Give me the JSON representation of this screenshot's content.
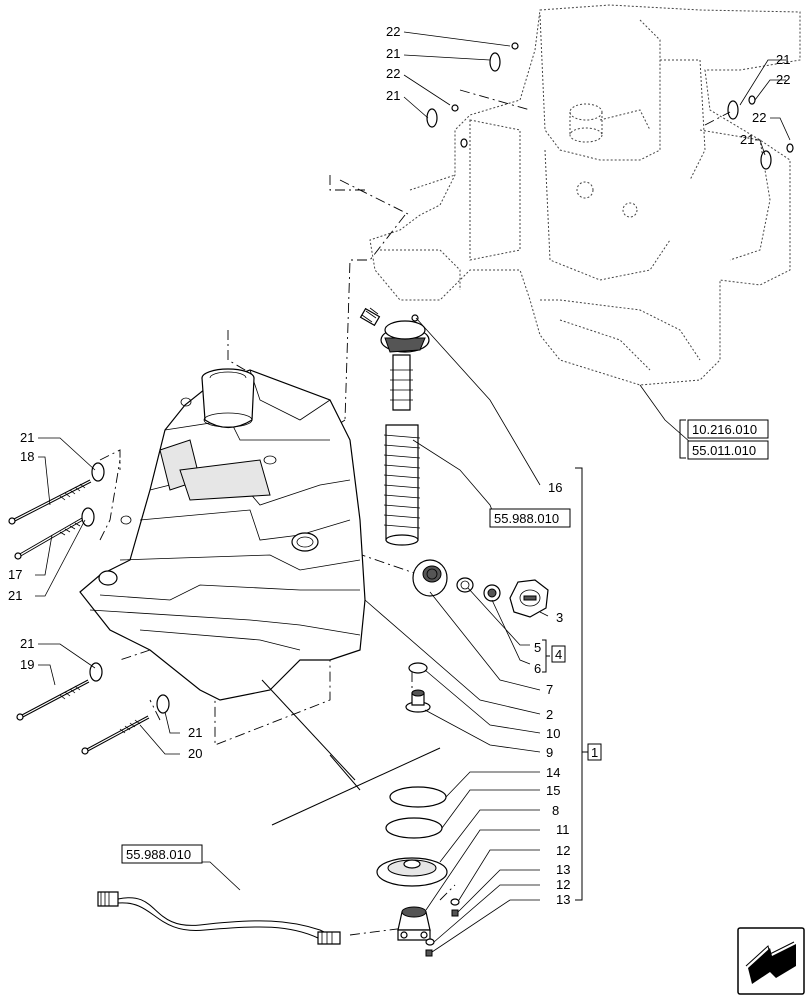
{
  "callouts": {
    "c22a": "22",
    "c21a": "21",
    "c22b": "22",
    "c21b": "21",
    "c21r1": "21",
    "c22r1": "22",
    "c22r2": "22",
    "c21r2": "21",
    "c21l1": "21",
    "c18": "18",
    "c17": "17",
    "c21l2": "21",
    "c21l3": "21",
    "c19": "19",
    "c21l4": "21",
    "c20": "20",
    "c16": "16",
    "c3": "3",
    "c5": "5",
    "c6": "6",
    "c4": "4",
    "c7": "7",
    "c2": "2",
    "c10": "10",
    "c9": "9",
    "c1": "1",
    "c14": "14",
    "c15": "15",
    "c8": "8",
    "c11": "11",
    "c12a": "12",
    "c13a": "13",
    "c12b": "12",
    "c13b": "13"
  },
  "references": {
    "ref_a": "10.216.010",
    "ref_b": "55.011.010",
    "ref_c": "55.988.010",
    "ref_d": "55.988.010"
  },
  "icons": {
    "nav": "next-page-arrow-icon"
  }
}
